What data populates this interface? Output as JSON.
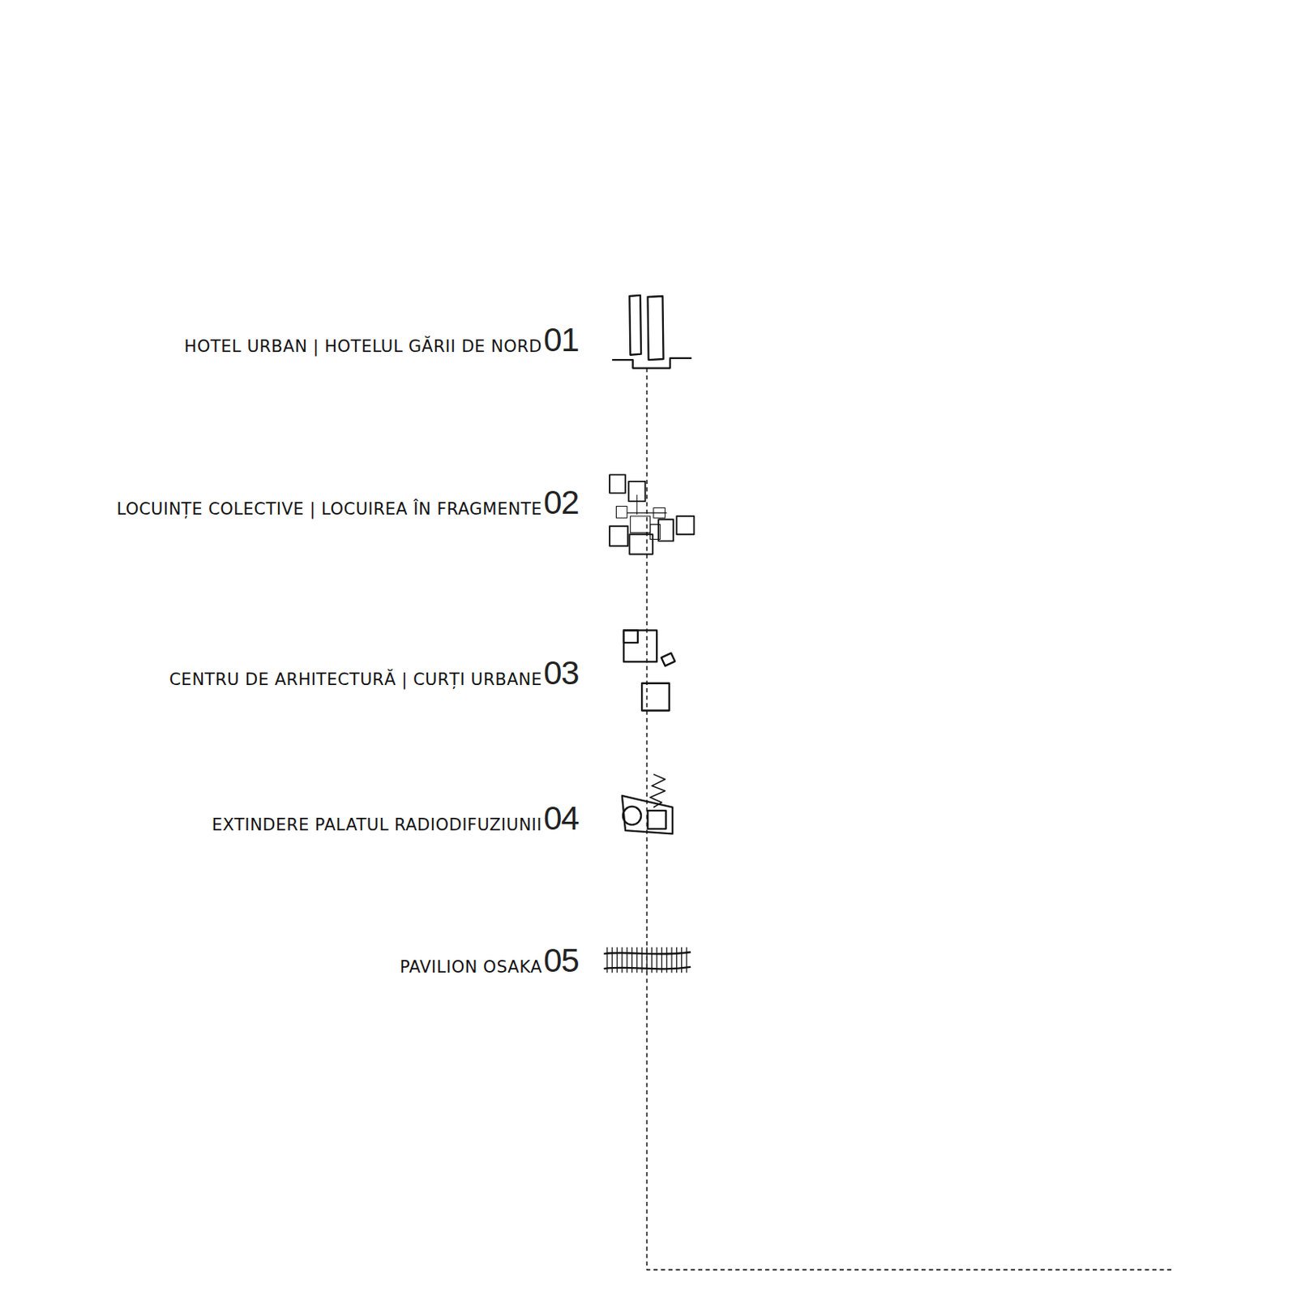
{
  "diagram": {
    "labels": [
      "HOTEL URBAN | HOTELUL GĂRII DE NORD",
      "01",
      "LOCUINȚE COLECTIVE | LOCUIREA ÎN FRAGMENTE",
      "02",
      "CENTRU DE ARHITECTURĂ | CURȚI URBANE",
      "03",
      "EXTINDERE PALATUL RADIODIFUZIUNII",
      "04",
      "PAVILION OSAKA",
      "05"
    ]
  }
}
